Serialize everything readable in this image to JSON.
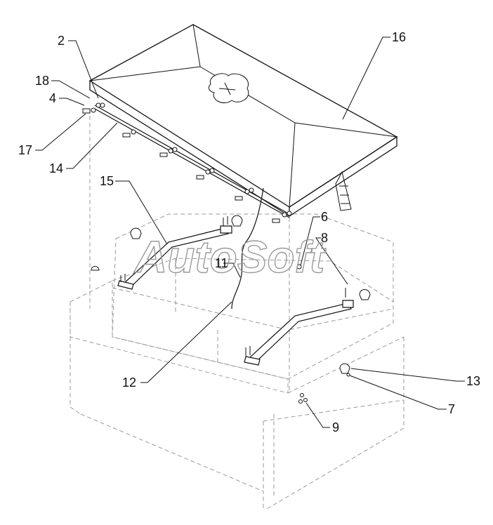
{
  "watermark": {
    "text": "AutoSoft"
  },
  "colors": {
    "line": "#111111",
    "hidden_line": "#9a9a9a",
    "background": "#ffffff"
  },
  "callouts": [
    {
      "id": "c2",
      "label": "2"
    },
    {
      "id": "c18",
      "label": "18"
    },
    {
      "id": "c4",
      "label": "4"
    },
    {
      "id": "c17",
      "label": "17"
    },
    {
      "id": "c14",
      "label": "14"
    },
    {
      "id": "c16",
      "label": "16"
    },
    {
      "id": "c15",
      "label": "15"
    },
    {
      "id": "c6",
      "label": "6"
    },
    {
      "id": "c8",
      "label": "8"
    },
    {
      "id": "c11",
      "label": "11"
    },
    {
      "id": "c12",
      "label": "12"
    },
    {
      "id": "c13",
      "label": "13"
    },
    {
      "id": "c7",
      "label": "7"
    },
    {
      "id": "c9",
      "label": "9"
    }
  ]
}
